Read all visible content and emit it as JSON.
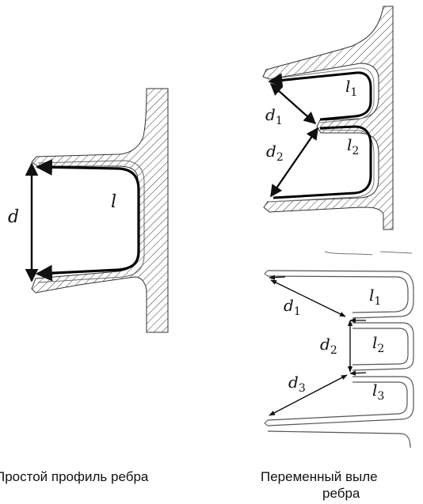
{
  "left_figure": {
    "dim_d": "d",
    "len_l": "l",
    "caption": "Простой профиль ребра"
  },
  "right_top_figure": {
    "d1": "d",
    "d1_sub": "1",
    "d2": "d",
    "d2_sub": "2",
    "l1": "l",
    "l1_sub": "1",
    "l2": "l",
    "l2_sub": "2"
  },
  "right_bottom_figure": {
    "d1": "d",
    "d1_sub": "1",
    "d2": "d",
    "d2_sub": "2",
    "d3": "d",
    "d3_sub": "3",
    "l1": "l",
    "l1_sub": "1",
    "l2": "l",
    "l2_sub": "2",
    "l3": "l",
    "l3_sub": "3"
  },
  "right_caption_line1": "Переменный выле",
  "right_caption_line2": "ребра"
}
